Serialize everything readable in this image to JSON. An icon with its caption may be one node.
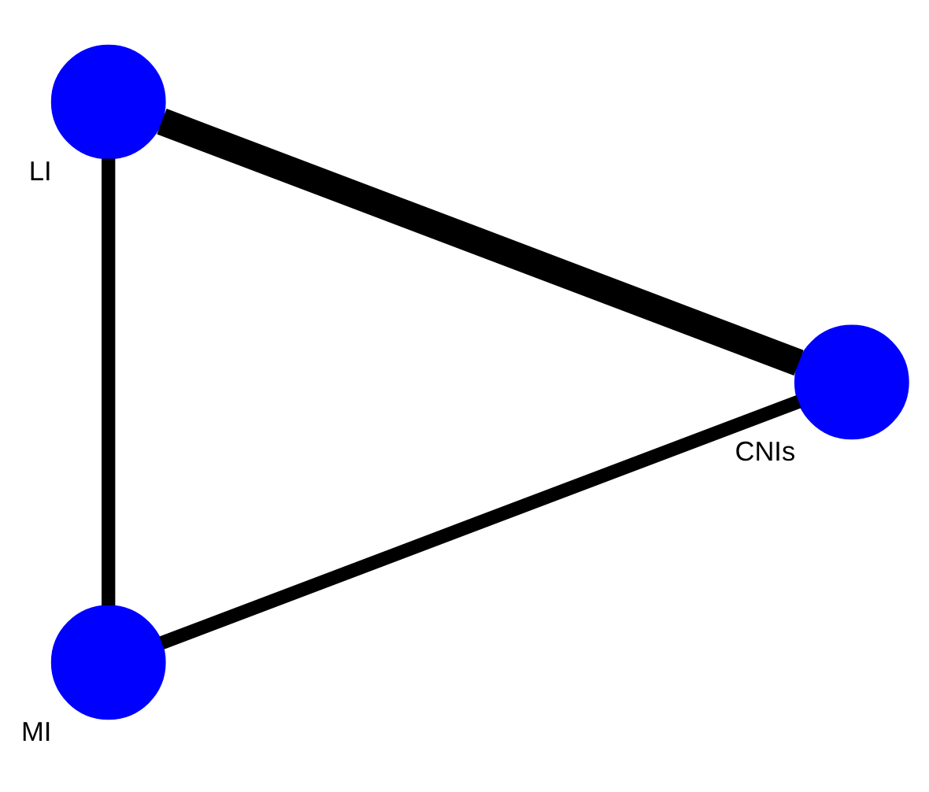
{
  "diagram": {
    "nodes": [
      {
        "text": [],
        "shape": "circle",
        "beside": [
          "LI"
        ]
      },
      {
        "text": [],
        "shape": "circle",
        "beside": [
          "CNIs"
        ]
      },
      {
        "text": [],
        "shape": "circle",
        "beside": [
          "MI"
        ]
      }
    ],
    "edges": [
      {
        "from": 0,
        "to": 1,
        "arrow": "none",
        "style": "thick"
      },
      {
        "from": 0,
        "to": 2,
        "arrow": "none"
      },
      {
        "from": 2,
        "to": 1,
        "arrow": "none"
      }
    ]
  }
}
